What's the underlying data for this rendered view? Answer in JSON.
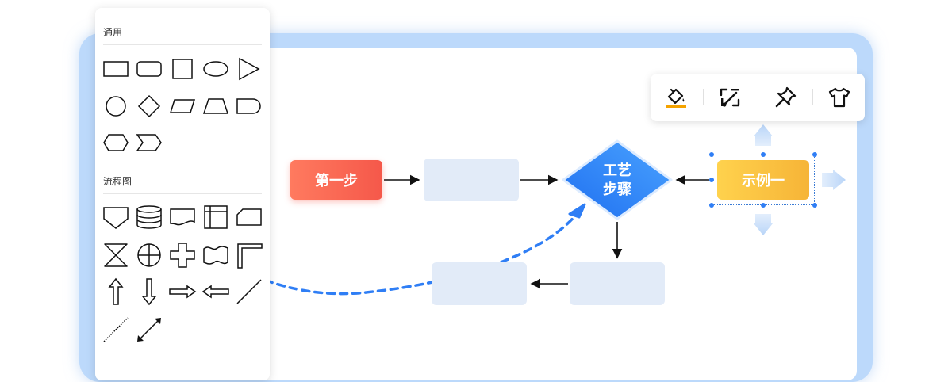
{
  "palette": {
    "sections": [
      {
        "title": "通用",
        "shapes": [
          "rectangle-icon",
          "rounded-rectangle-icon",
          "square-icon",
          "ellipse-icon",
          "triangle-icon",
          "circle-icon",
          "diamond-icon",
          "parallelogram-icon",
          "trapezoid-icon",
          "delay-icon",
          "hexagon-icon",
          "chevron-icon"
        ]
      },
      {
        "title": "流程图",
        "shapes": [
          "off-page-connector-icon",
          "database-cylinder-icon",
          "document-icon",
          "internal-storage-icon",
          "card-icon",
          "collate-icon",
          "summing-junction-icon",
          "cross-icon",
          "paper-tape-icon",
          "corner-line-icon",
          "up-arrow-icon",
          "down-arrow-icon",
          "right-arrow-icon",
          "left-arrow-icon",
          "line-icon",
          "dotted-line-icon",
          "double-arrow-line-icon"
        ]
      }
    ]
  },
  "flow": {
    "step1_label": "第一步",
    "decision_label_line1": "工艺",
    "decision_label_line2": "步骤",
    "example_label": "示例一"
  },
  "toolbar": {
    "tools": [
      "fill-color-icon",
      "line-style-icon",
      "pin-icon",
      "style-shirt-icon"
    ]
  },
  "colors": {
    "accent": "#2f7ef5",
    "step1": "#f5584a",
    "example": "#f6b437",
    "fill_underline": "#f5a300",
    "blank_node": "#e2ebf8",
    "frame": "#bcd9fb"
  }
}
